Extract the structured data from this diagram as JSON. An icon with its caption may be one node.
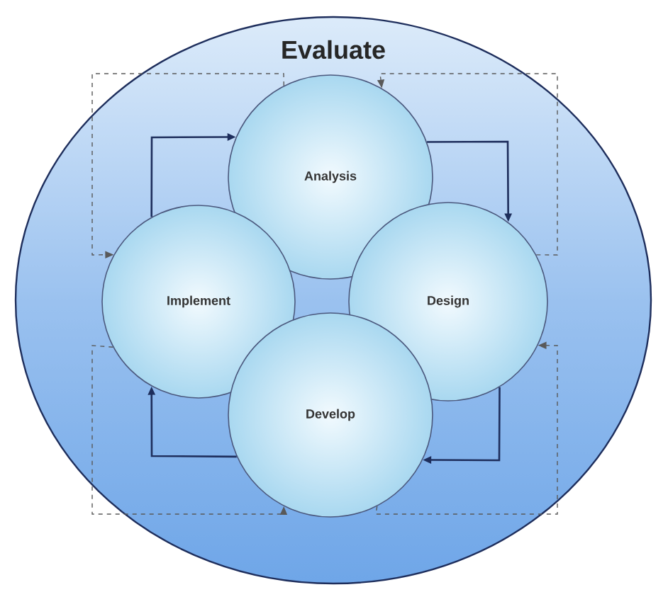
{
  "diagram": {
    "nodes": [
      {
        "text": [
          "Evaluate"
        ]
      },
      {
        "text": [
          "Analysis"
        ],
        "in": 0
      },
      {
        "text": [
          "Implement"
        ],
        "in": 0
      },
      {
        "text": [
          "Design"
        ],
        "in": 0
      },
      {
        "text": [
          "Develop"
        ],
        "in": 0
      }
    ],
    "edges": [
      {
        "from": 2,
        "to": 1,
        "arrow": "to"
      },
      {
        "from": 1,
        "to": 3,
        "arrow": "to"
      },
      {
        "from": 3,
        "to": 4,
        "arrow": "to"
      },
      {
        "from": 4,
        "to": 2,
        "arrow": "to"
      },
      {
        "from": 1,
        "to": 2,
        "arrow": "to",
        "style": "dashed"
      },
      {
        "from": 2,
        "to": 4,
        "arrow": "to",
        "style": "dashed"
      },
      {
        "from": 4,
        "to": 3,
        "arrow": "to",
        "style": "dashed"
      },
      {
        "from": 3,
        "to": 1,
        "arrow": "to",
        "style": "dashed"
      }
    ]
  }
}
